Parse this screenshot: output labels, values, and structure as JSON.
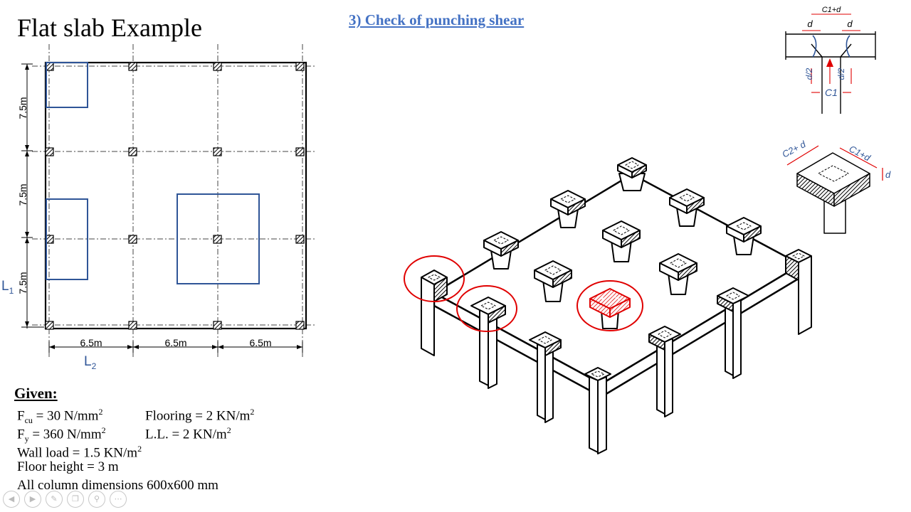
{
  "slide": {
    "title": "Flat slab Example",
    "section_title": "3) Check of punching shear"
  },
  "plan": {
    "row_spans": [
      "7.5m",
      "7.5m",
      "7.5m"
    ],
    "col_spans": [
      "6.5m",
      "6.5m",
      "6.5m"
    ],
    "l1_label": "L",
    "l1_sub": "1",
    "l2_label": "L",
    "l2_sub": "2"
  },
  "section_detail": {
    "top_label": "C1+d",
    "d_label": "d",
    "half_d_num": "d",
    "half_d_den": "2",
    "c1_label": "C1"
  },
  "iso_detail": {
    "c2_label": "C2+ d",
    "c1_label": "C1+d",
    "d_label": "d"
  },
  "given": {
    "header": "Given:",
    "fcu_sym": "F",
    "fcu_sub": "cu",
    "fcu_val": " = 30 N/mm",
    "fcu_sup": "2",
    "fy_sym": "F",
    "fy_sub": "y",
    "fy_val": " = 360 N/mm",
    "fy_sup": "2",
    "flooring": "Flooring = 2 KN/m",
    "flooring_sup": "2",
    "ll": "L.L. = 2 KN/m",
    "ll_sup": "2",
    "wall": "Wall load = 1.5 KN/m",
    "wall_sup": "2",
    "floor_height": "Floor height = 3 m",
    "columns": "All column dimensions 600x600 mm"
  },
  "colors": {
    "panel_outline": "#2f5597",
    "highlight_red": "#e00000",
    "title_blue": "#4472c4"
  },
  "controls": [
    "prev-icon",
    "play-icon",
    "pen-icon",
    "copy-icon",
    "zoom-icon",
    "more-icon"
  ]
}
